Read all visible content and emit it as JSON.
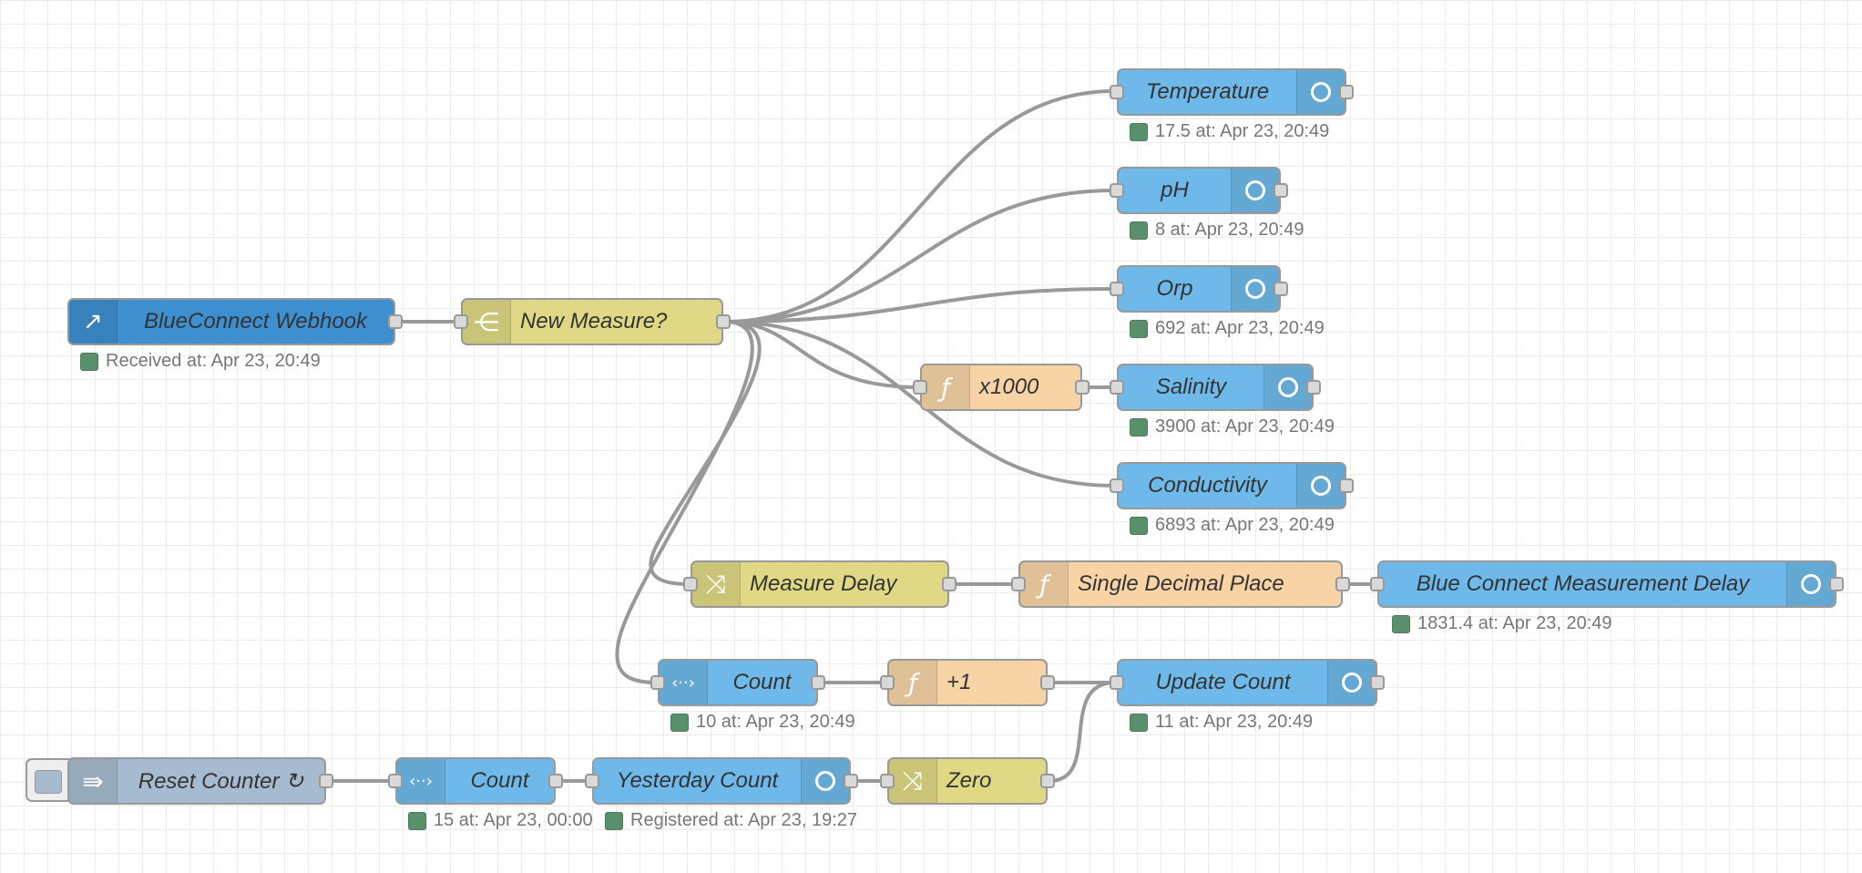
{
  "colors": {
    "debug": "#6eb9ea",
    "http_in": "#3d8fd0",
    "switch": "#dfd884",
    "change": "#dfd884",
    "function": "#f7d3a6",
    "flow_variable": "#6eb9ea",
    "inject": "#a6bbcf",
    "wire": "#999999",
    "status_dot": "#5a8f6c"
  },
  "nodes": {
    "webhook": {
      "label": "BlueConnect Webhook",
      "status": "Received at: Apr 23, 20:49",
      "icon": "arrow-out-icon"
    },
    "new_measure": {
      "label": "New Measure?",
      "icon": "switch-icon"
    },
    "temperature": {
      "label": "Temperature",
      "status": "17.5 at: Apr 23, 20:49"
    },
    "ph": {
      "label": "pH",
      "status": "8 at: Apr 23, 20:49"
    },
    "orp": {
      "label": "Orp",
      "status": "692 at: Apr 23, 20:49"
    },
    "x1000": {
      "label": "x1000",
      "icon": "function-icon"
    },
    "salinity": {
      "label": "Salinity",
      "status": "3900 at: Apr 23, 20:49"
    },
    "conductivity": {
      "label": "Conductivity",
      "status": "6893 at: Apr 23, 20:49"
    },
    "measure_delay": {
      "label": "Measure Delay",
      "icon": "shuffle-icon"
    },
    "single_decimal": {
      "label": "Single Decimal Place",
      "icon": "function-icon"
    },
    "bc_delay": {
      "label": "Blue Connect Measurement Delay",
      "status": "1831.4 at: Apr 23, 20:49"
    },
    "count_top": {
      "label": "Count",
      "status": "10 at: Apr 23, 20:49"
    },
    "plus1": {
      "label": "+1",
      "icon": "function-icon"
    },
    "update_count": {
      "label": "Update Count",
      "status": "11 at: Apr 23, 20:49"
    },
    "reset_counter": {
      "label": "Reset Counter ↻",
      "icon": "inject-arrow-icon"
    },
    "count_bottom": {
      "label": "Count",
      "status": "15 at: Apr 23, 00:00"
    },
    "yesterday_count": {
      "label": "Yesterday Count",
      "status": "Registered at: Apr 23, 19:27"
    },
    "zero": {
      "label": "Zero",
      "icon": "shuffle-icon"
    }
  },
  "glyphs": {
    "arrow_out": "↗",
    "switch": "⋲",
    "function": "ƒ",
    "shuffle": "⤨",
    "flow_var": "‹··›",
    "inject": "⇛"
  }
}
